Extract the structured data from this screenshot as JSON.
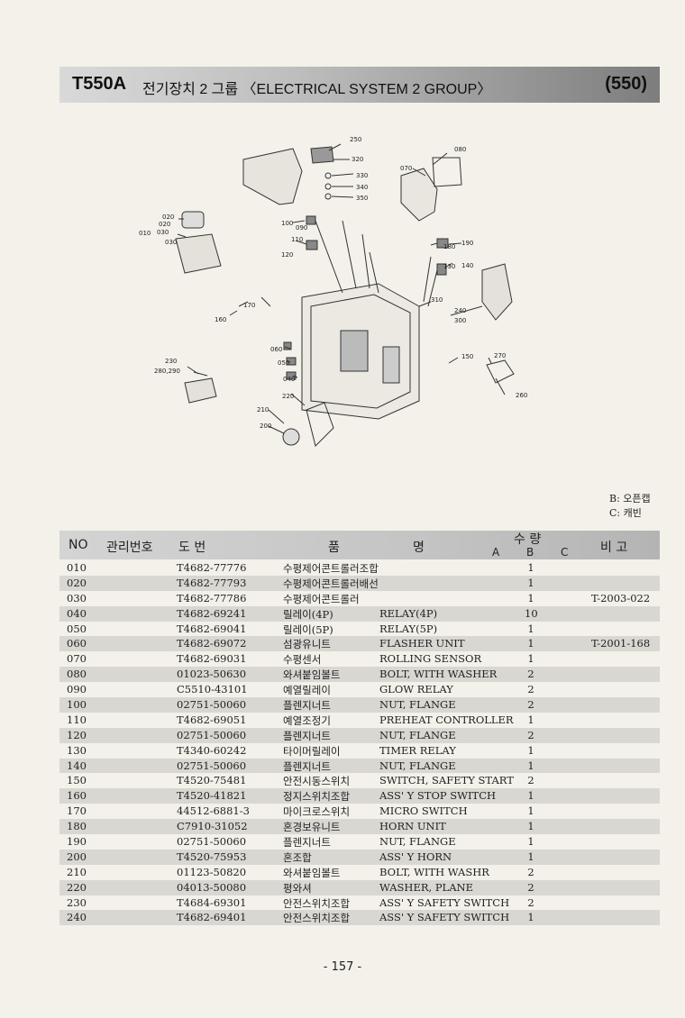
{
  "header": {
    "model": "T550A",
    "title": "전기장치 2 그룹 〈ELECTRICAL SYSTEM 2 GROUP〉",
    "page_code": "(550)"
  },
  "diagram": {
    "callouts": [
      "250",
      "320",
      "330",
      "340",
      "350",
      "080",
      "070",
      "020",
      "020",
      "010",
      "030",
      "030",
      "100",
      "090",
      "110",
      "120",
      "180",
      "190",
      "130",
      "140",
      "170",
      "160",
      "310",
      "240",
      "300",
      "060",
      "050",
      "040",
      "230",
      "280,290",
      "150",
      "270",
      "260",
      "220",
      "210",
      "200"
    ]
  },
  "legend": {
    "line1": "B: 오픈캡",
    "line2": "C: 캐빈"
  },
  "table": {
    "headers": {
      "no": "NO",
      "mgmt": "관리번호",
      "drawing": "도   번",
      "name_a": "품",
      "name_b": "명",
      "qty": "수 량",
      "qty_a": "A",
      "qty_b": "B",
      "qty_c": "C",
      "remarks": "비  고"
    },
    "rows": [
      {
        "no": "010",
        "part": "T4682-77776",
        "kr": "수평제어콘트롤러조합",
        "en": "",
        "qty": "1",
        "remarks": ""
      },
      {
        "no": "020",
        "part": "T4682-77793",
        "kr": "수평제어콘트롤러배선",
        "en": "",
        "qty": "1",
        "remarks": ""
      },
      {
        "no": "030",
        "part": "T4682-77786",
        "kr": "수평제어콘트롤러",
        "en": "",
        "qty": "1",
        "remarks": "T-2003-022"
      },
      {
        "no": "040",
        "part": "T4682-69241",
        "kr": "릴레이(4P)",
        "en": "RELAY(4P)",
        "qty": "10",
        "remarks": ""
      },
      {
        "no": "050",
        "part": "T4682-69041",
        "kr": "릴레이(5P)",
        "en": "RELAY(5P)",
        "qty": "1",
        "remarks": ""
      },
      {
        "no": "060",
        "part": "T4682-69072",
        "kr": "섬광유니트",
        "en": "FLASHER UNIT",
        "qty": "1",
        "remarks": "T-2001-168"
      },
      {
        "no": "070",
        "part": "T4682-69031",
        "kr": "수평센서",
        "en": "ROLLING SENSOR",
        "qty": "1",
        "remarks": ""
      },
      {
        "no": "080",
        "part": "01023-50630",
        "kr": "와셔붙임볼트",
        "en": "BOLT, WITH WASHER",
        "qty": "2",
        "remarks": ""
      },
      {
        "no": "090",
        "part": "C5510-43101",
        "kr": "예열릴레이",
        "en": "GLOW RELAY",
        "qty": "2",
        "remarks": ""
      },
      {
        "no": "100",
        "part": "02751-50060",
        "kr": "플렌지너트",
        "en": "NUT, FLANGE",
        "qty": "2",
        "remarks": ""
      },
      {
        "no": "110",
        "part": "T4682-69051",
        "kr": "예열조정기",
        "en": "PREHEAT CONTROLLER",
        "qty": "1",
        "remarks": ""
      },
      {
        "no": "120",
        "part": "02751-50060",
        "kr": "플렌지너트",
        "en": "NUT, FLANGE",
        "qty": "2",
        "remarks": ""
      },
      {
        "no": "130",
        "part": "T4340-60242",
        "kr": "타이머릴레이",
        "en": "TIMER RELAY",
        "qty": "1",
        "remarks": ""
      },
      {
        "no": "140",
        "part": "02751-50060",
        "kr": "플렌지너트",
        "en": "NUT, FLANGE",
        "qty": "1",
        "remarks": ""
      },
      {
        "no": "150",
        "part": "T4520-75481",
        "kr": "안전시동스위치",
        "en": "SWITCH, SAFETY START",
        "qty": "2",
        "remarks": ""
      },
      {
        "no": "160",
        "part": "T4520-41821",
        "kr": "정지스위치조합",
        "en": "ASS' Y STOP SWITCH",
        "qty": "1",
        "remarks": ""
      },
      {
        "no": "170",
        "part": "44512-6881-3",
        "kr": "마이크로스위치",
        "en": "MICRO SWITCH",
        "qty": "1",
        "remarks": ""
      },
      {
        "no": "180",
        "part": "C7910-31052",
        "kr": "혼경보유니트",
        "en": "HORN UNIT",
        "qty": "1",
        "remarks": ""
      },
      {
        "no": "190",
        "part": "02751-50060",
        "kr": "플렌지너트",
        "en": "NUT, FLANGE",
        "qty": "1",
        "remarks": ""
      },
      {
        "no": "200",
        "part": "T4520-75953",
        "kr": "혼조합",
        "en": "ASS' Y HORN",
        "qty": "1",
        "remarks": ""
      },
      {
        "no": "210",
        "part": "01123-50820",
        "kr": "와셔붙임볼트",
        "en": "BOLT, WITH WASHR",
        "qty": "2",
        "remarks": ""
      },
      {
        "no": "220",
        "part": "04013-50080",
        "kr": "평와셔",
        "en": "WASHER, PLANE",
        "qty": "2",
        "remarks": ""
      },
      {
        "no": "230",
        "part": "T4684-69301",
        "kr": "안전스위치조합",
        "en": "ASS' Y SAFETY SWITCH",
        "qty": "2",
        "remarks": ""
      },
      {
        "no": "240",
        "part": "T4682-69401",
        "kr": "안전스위치조합",
        "en": "ASS' Y SAFETY SWITCH",
        "qty": "1",
        "remarks": ""
      }
    ]
  },
  "footer": {
    "page_number": "- 157 -"
  }
}
